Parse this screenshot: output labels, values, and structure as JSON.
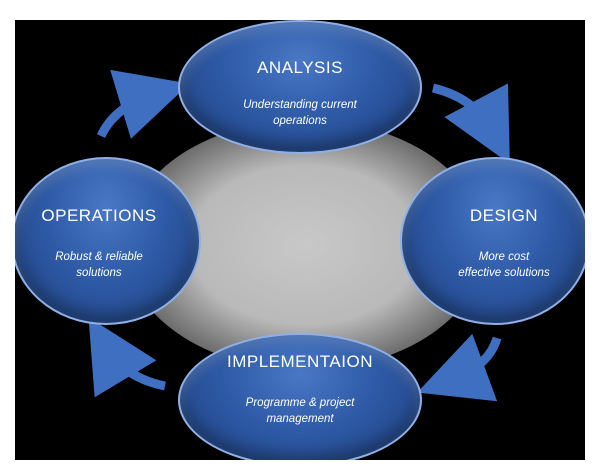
{
  "diagram": {
    "nodes": {
      "analysis": {
        "title": "ANALYSIS",
        "line1": "Understanding current",
        "line2": "operations"
      },
      "design": {
        "title": "DESIGN",
        "line1": "More cost",
        "line2": "effective solutions"
      },
      "implementation": {
        "title": "IMPLEMENTAION",
        "line1": "Programme & project",
        "line2": "management"
      },
      "operations": {
        "title": "OPERATIONS",
        "line1": "Robust & reliable",
        "line2": "solutions"
      }
    },
    "colors": {
      "background": "#000000",
      "node_fill": "#2e5aa6",
      "node_border": "#8fb0e6",
      "arrow": "#3f6fc0",
      "center_glow": "#c0c0c0"
    }
  }
}
